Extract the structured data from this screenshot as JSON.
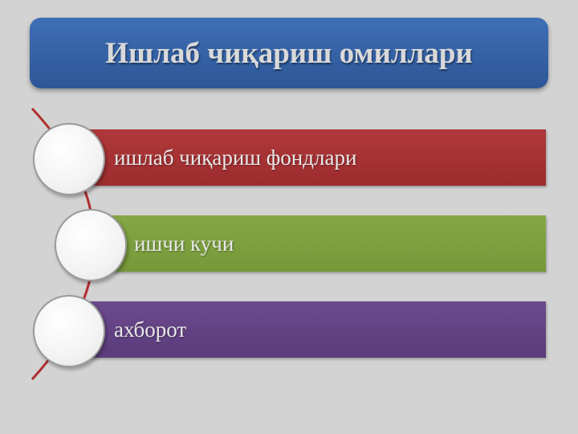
{
  "title": "Ишлаб чиқариш омиллари",
  "items": [
    {
      "label": "ишлаб чиқариш фондлари",
      "color": "#a83335"
    },
    {
      "label": "ишчи кучи",
      "color": "#7fa141"
    },
    {
      "label": "ахборот",
      "color": "#644486"
    }
  ],
  "colors": {
    "title_bar": "#3564a8",
    "background": "#d3d3d3",
    "arc": "#b03030"
  }
}
